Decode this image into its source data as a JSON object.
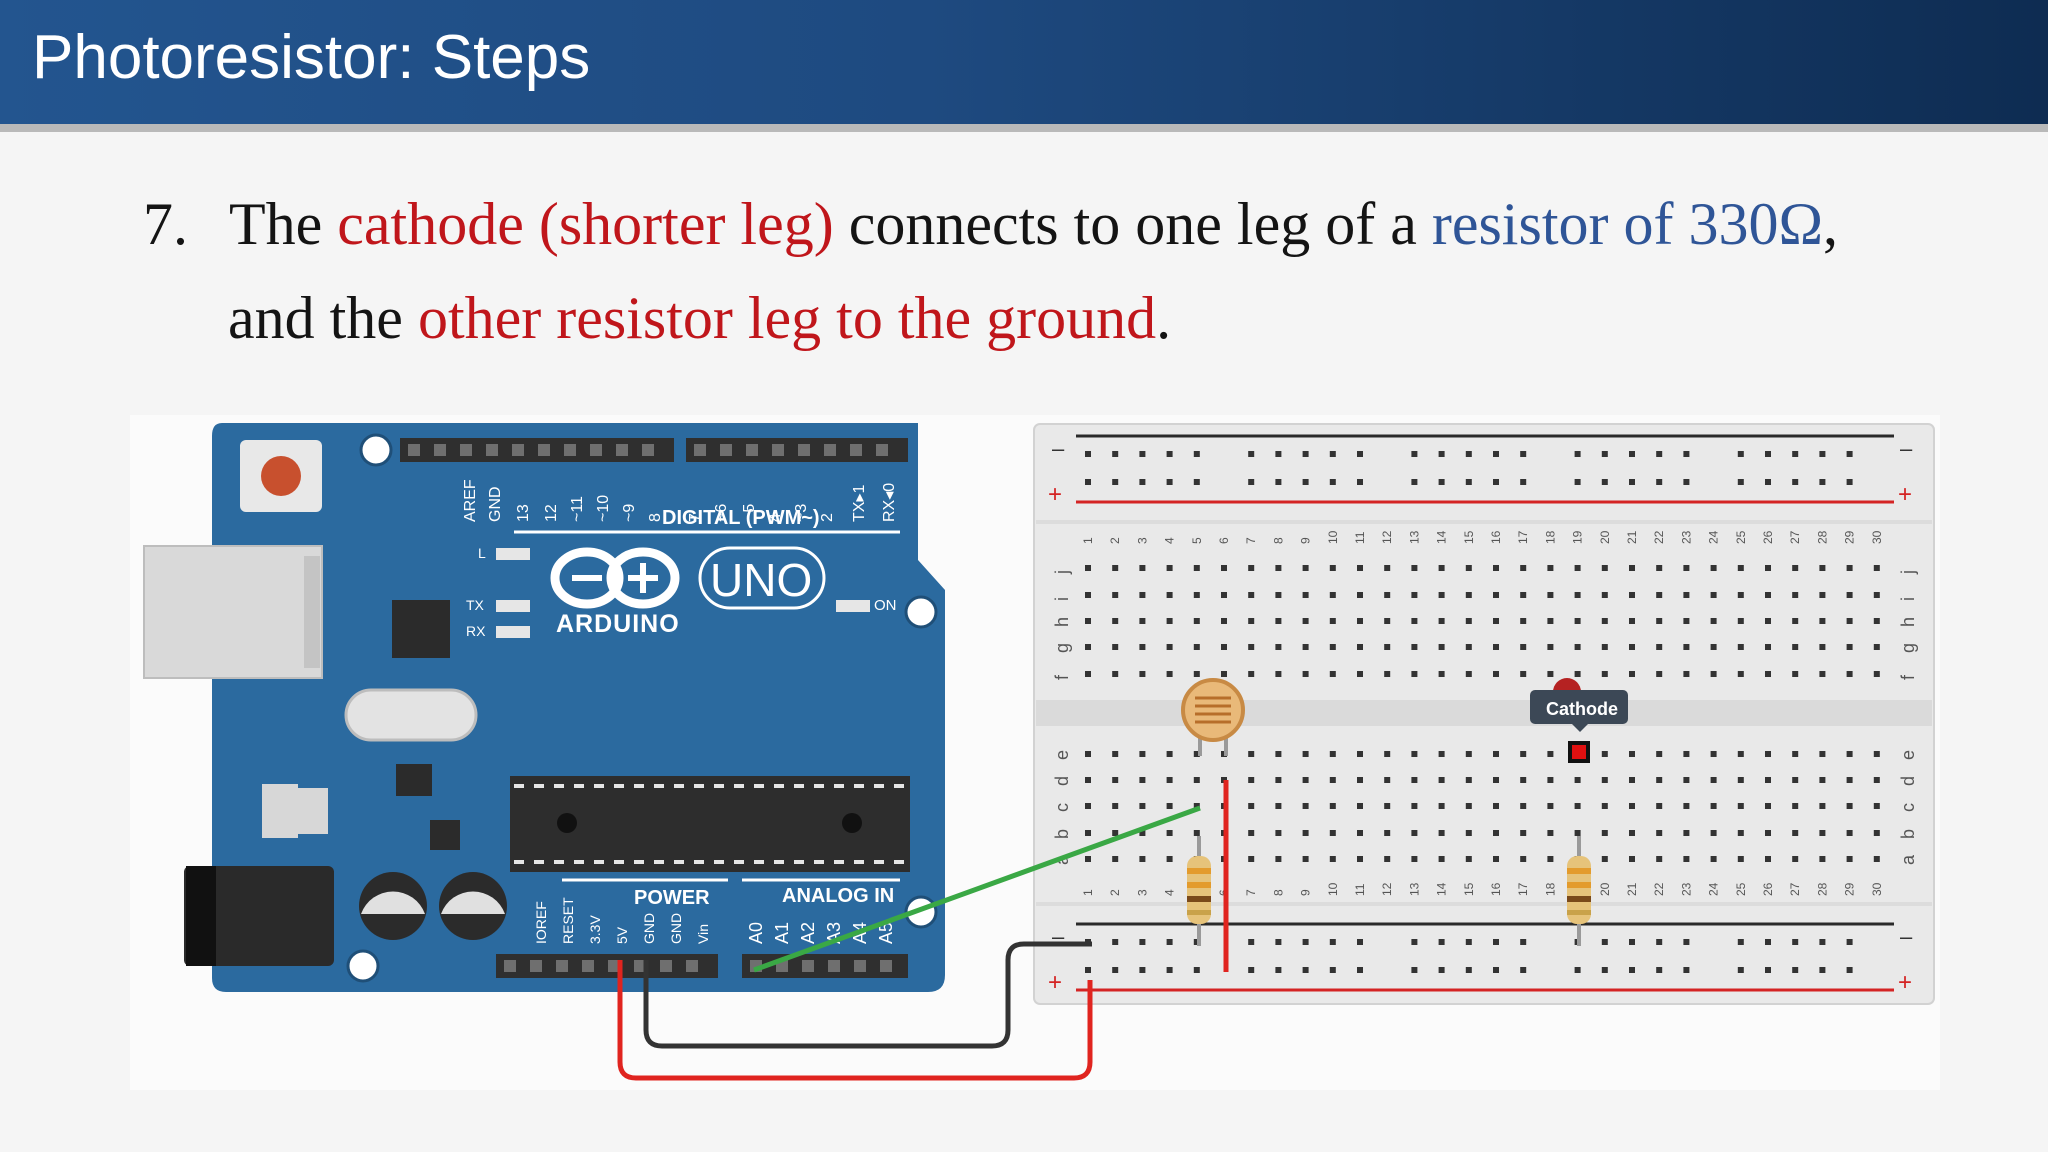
{
  "slide": {
    "title": "Photoresistor: Steps"
  },
  "instruction": {
    "number": "7.",
    "part1": "The ",
    "cathode": "cathode (shorter leg)",
    "part2": " connects to one leg of a ",
    "resistor": "resistor of 330Ω",
    "part3": ",",
    "part4": "and the ",
    "ground": "other resistor leg to the ground",
    "part5": "."
  },
  "arduino": {
    "brand": "ARDUINO",
    "model": "UNO",
    "digital_label": "DIGITAL (PWM~)",
    "power_label": "POWER",
    "analog_label": "ANALOG IN",
    "on_label": "ON",
    "l_label": "L",
    "tx_label": "TX",
    "rx_label": "RX",
    "top_pins": [
      "AREF",
      "GND",
      "13",
      "12",
      "~11",
      "~10",
      "~9",
      "8",
      "7",
      "~6",
      "~5",
      "4",
      "~3",
      "2",
      "TX▸1",
      "RX◂0"
    ],
    "power_pins": [
      "IOREF",
      "RESET",
      "3.3V",
      "5V",
      "GND",
      "GND",
      "Vin"
    ],
    "analog_pins": [
      "A0",
      "A1",
      "A2",
      "A3",
      "A4",
      "A5"
    ]
  },
  "breadboard": {
    "columns": 30,
    "upper_rows": [
      "j",
      "i",
      "h",
      "g",
      "f"
    ],
    "lower_rows": [
      "e",
      "d",
      "c",
      "b",
      "a"
    ],
    "rail_minus": "–",
    "rail_plus": "+",
    "tooltip": "Cathode"
  },
  "colors": {
    "title_bar": "#1e4a80",
    "accent_red": "#c0161b",
    "accent_blue": "#2f5597",
    "board_blue": "#2b6a9f",
    "wire_green": "#3aa845",
    "wire_red": "#e0241f",
    "wire_black": "#333333"
  }
}
